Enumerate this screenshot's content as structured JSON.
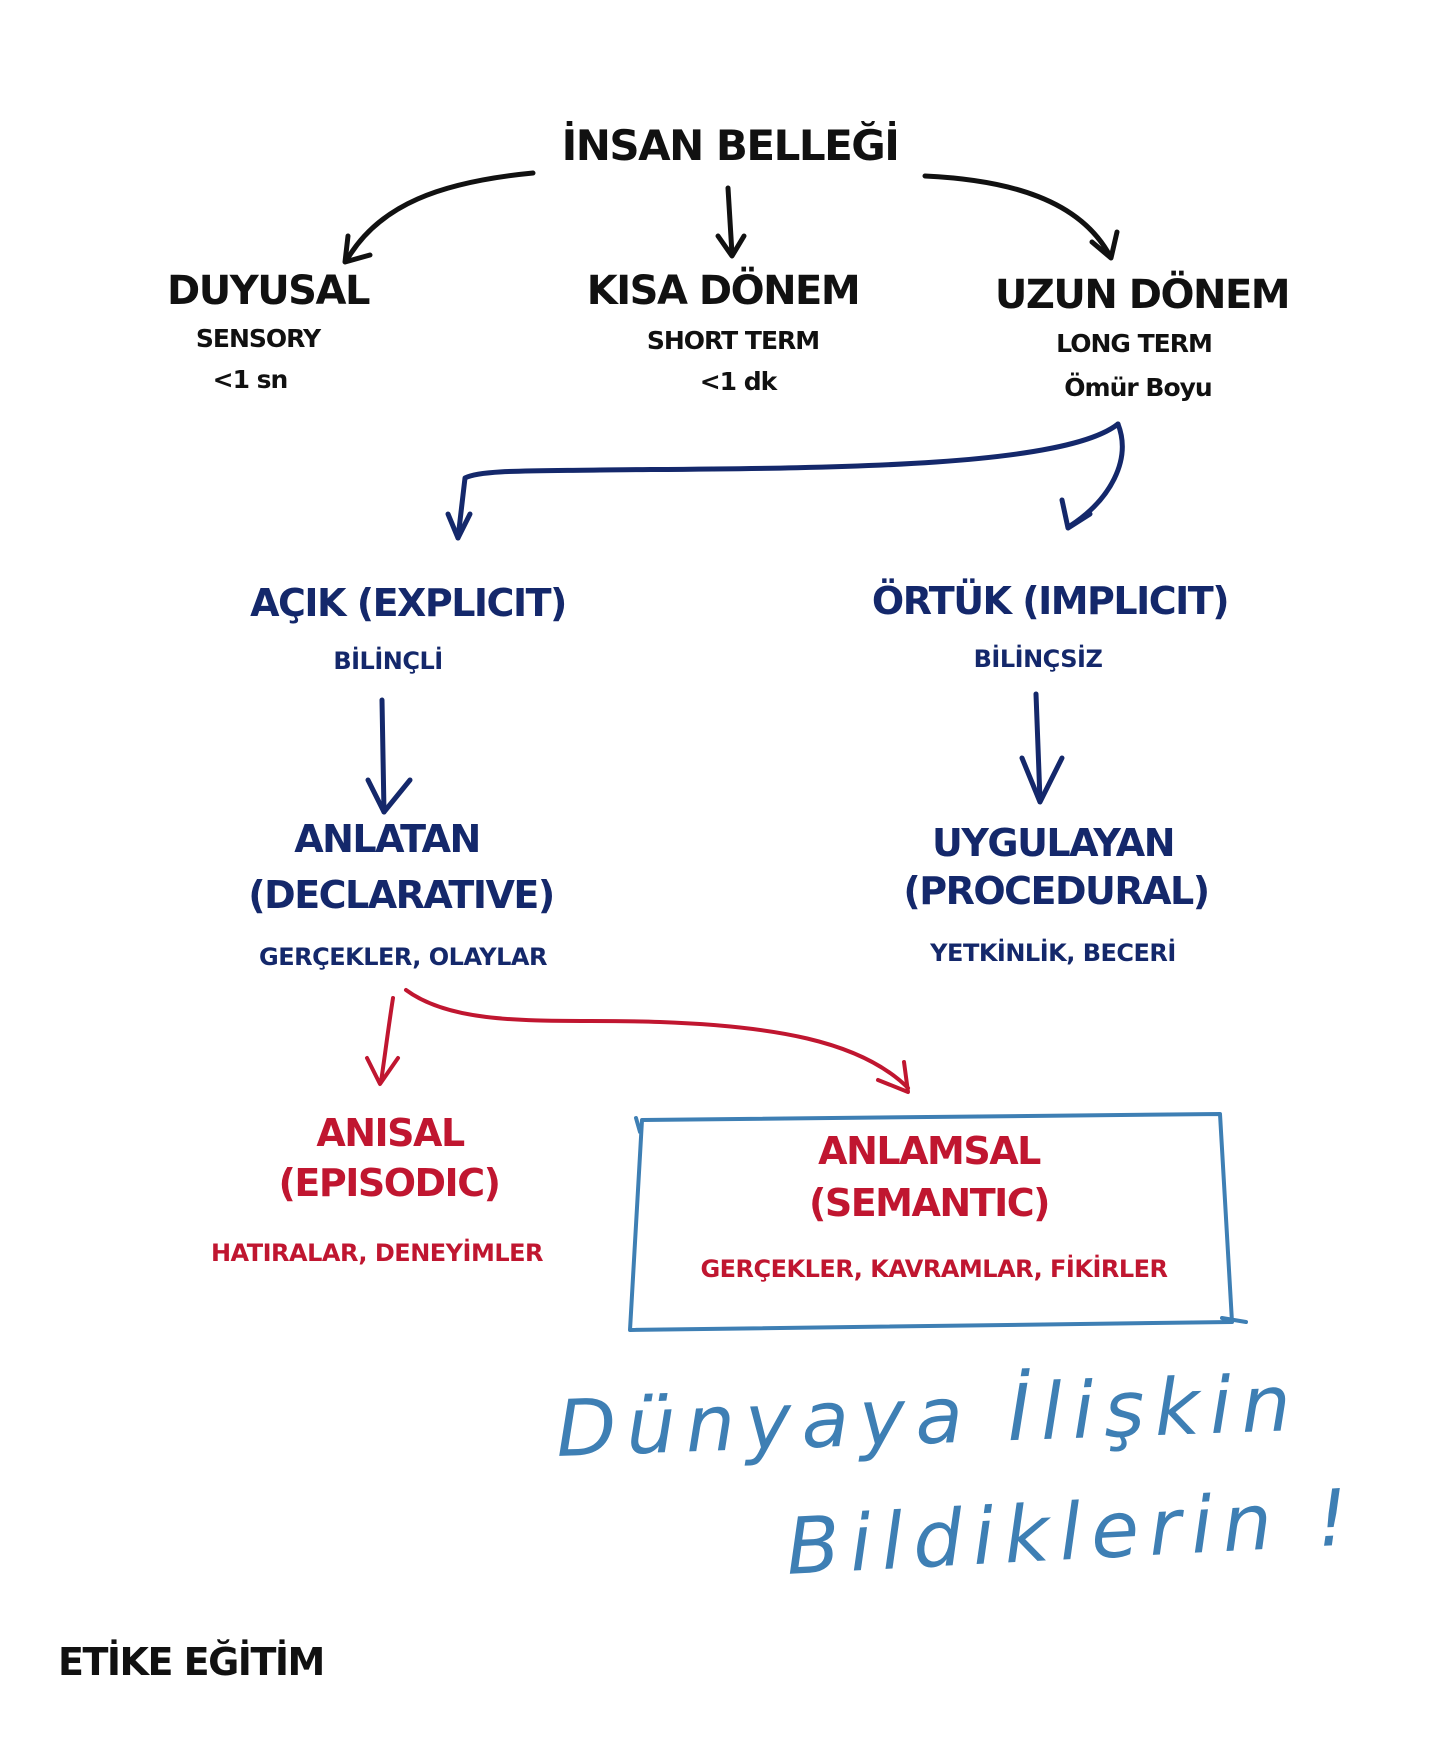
{
  "root": {
    "title": "İNSAN BELLEĞİ"
  },
  "level1": {
    "sensory": {
      "title": "DUYUSAL",
      "subtitle": "SENSORY",
      "duration": "<1 sn"
    },
    "short_term": {
      "title": "KISA DÖNEM",
      "subtitle": "SHORT TERM",
      "duration": "<1 dk"
    },
    "long_term": {
      "title": "UZUN DÖNEM",
      "subtitle": "LONG TERM",
      "duration": "Ömür Boyu"
    }
  },
  "level2": {
    "explicit": {
      "title": "AÇIK (EXPLICIT)",
      "subtitle": "BİLİNÇLİ"
    },
    "implicit": {
      "title": "ÖRTÜK (IMPLICIT)",
      "subtitle": "BİLİNÇSİZ"
    }
  },
  "level3": {
    "declarative": {
      "title_line1": "ANLATAN",
      "title_line2": "(DECLARATIVE)",
      "subtitle": "GERÇEKLER, OLAYLAR"
    },
    "procedural": {
      "title_line1": "UYGULAYAN",
      "title_line2": "(PROCEDURAL)",
      "subtitle": "YETKİNLİK, BECERİ"
    }
  },
  "level4": {
    "episodic": {
      "title_line1": "ANISAL",
      "title_line2": "(EPISODIC)",
      "subtitle": "HATIRALAR, DENEYİMLER"
    },
    "semantic": {
      "title_line1": "ANLAMSAL",
      "title_line2": "(SEMANTIC)",
      "subtitle": "GERÇEKLER, KAVRAMLAR, FİKİRLER"
    }
  },
  "annotation": {
    "line1": "Dünyaya İlişkin",
    "line2": "Bildiklerin !"
  },
  "brand": "ETİKE EĞİTİM",
  "colors": {
    "black": "#111111",
    "navy": "#14286b",
    "red": "#c01630",
    "handwriting_blue": "#3e7fb4"
  }
}
